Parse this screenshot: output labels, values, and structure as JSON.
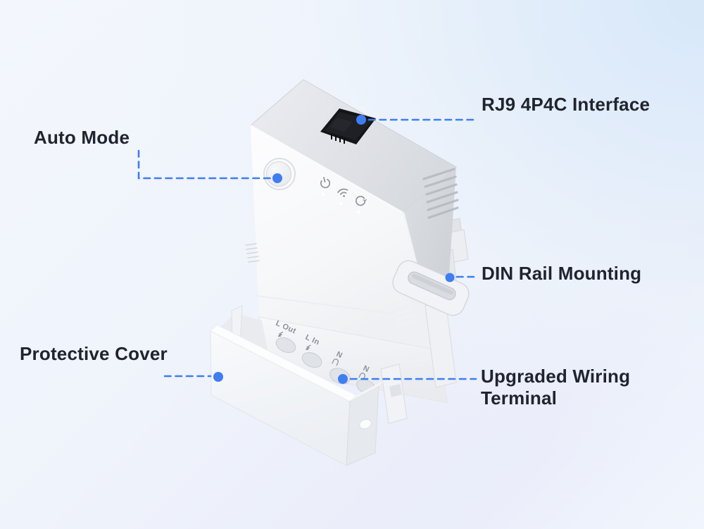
{
  "figure": "Smart switch product feature diagram",
  "colors": {
    "accent_blue": "#3e7ef1",
    "label_text": "#20242e",
    "device_body": "#f4f5f8",
    "port_black": "#141518",
    "terminal_text": "#8b9099"
  },
  "callouts": {
    "auto_mode": {
      "label": "Auto Mode"
    },
    "rj9_interface": {
      "label": "RJ9 4P4C Interface"
    },
    "din_rail": {
      "label": "DIN Rail Mounting"
    },
    "protective_cover": {
      "label": "Protective Cover"
    },
    "wiring_terminal": {
      "line1": "Upgraded Wiring",
      "line2": "Terminal"
    }
  },
  "device": {
    "terminals": [
      {
        "label": "L Out",
        "symbol": "lightning"
      },
      {
        "label": "L In",
        "symbol": "lightning"
      },
      {
        "label": "N",
        "symbol": "n-loop"
      },
      {
        "label": "N",
        "symbol": "n-loop"
      }
    ],
    "indicators": [
      "power",
      "wifi",
      "auto-cycle"
    ]
  }
}
